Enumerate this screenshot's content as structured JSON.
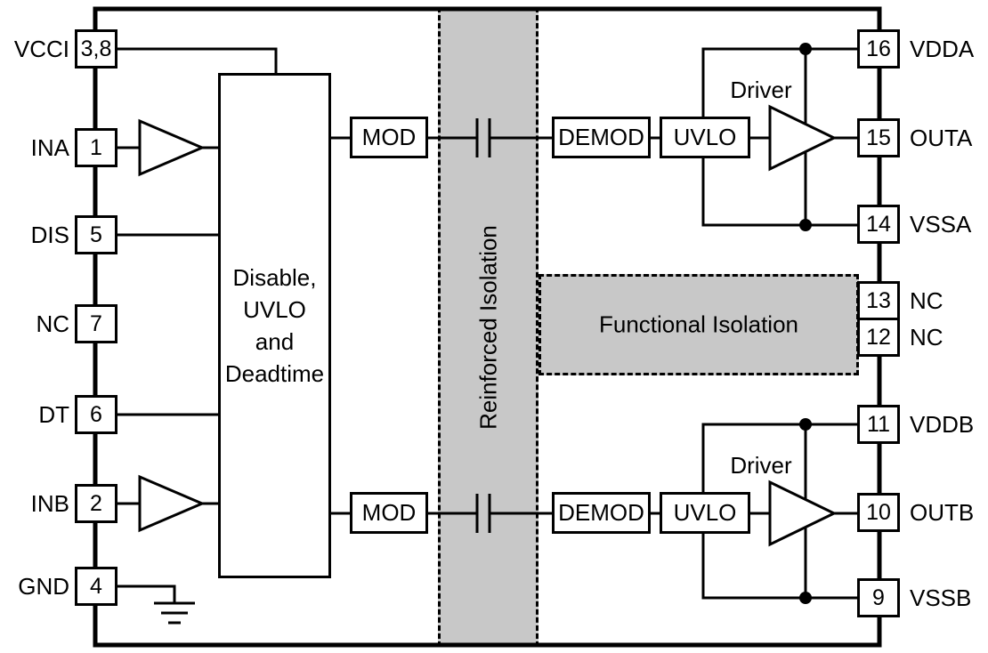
{
  "pins": {
    "left": [
      {
        "name": "VCCI",
        "num": "3,8"
      },
      {
        "name": "INA",
        "num": "1"
      },
      {
        "name": "DIS",
        "num": "5"
      },
      {
        "name": "NC",
        "num": "7"
      },
      {
        "name": "DT",
        "num": "6"
      },
      {
        "name": "INB",
        "num": "2"
      },
      {
        "name": "GND",
        "num": "4"
      }
    ],
    "right": [
      {
        "num": "16",
        "name": "VDDA"
      },
      {
        "num": "15",
        "name": "OUTA"
      },
      {
        "num": "14",
        "name": "VSSA"
      },
      {
        "num": "13",
        "name": "NC"
      },
      {
        "num": "12",
        "name": "NC"
      },
      {
        "num": "11",
        "name": "VDDB"
      },
      {
        "num": "10",
        "name": "OUTB"
      },
      {
        "num": "9",
        "name": "VSSB"
      }
    ]
  },
  "blocks": {
    "control": "Disable,\nUVLO\nand\nDeadtime",
    "mod_a": "MOD",
    "demod_a": "DEMOD",
    "uvlo_a": "UVLO",
    "driver_a": "Driver",
    "mod_b": "MOD",
    "demod_b": "DEMOD",
    "uvlo_b": "UVLO",
    "driver_b": "Driver"
  },
  "isolation": {
    "reinforced": "Reinforced Isolation",
    "functional": "Functional Isolation"
  },
  "colors": {
    "line": "#000000",
    "isolation_fill": "#c8c8c8",
    "background": "#ffffff"
  }
}
